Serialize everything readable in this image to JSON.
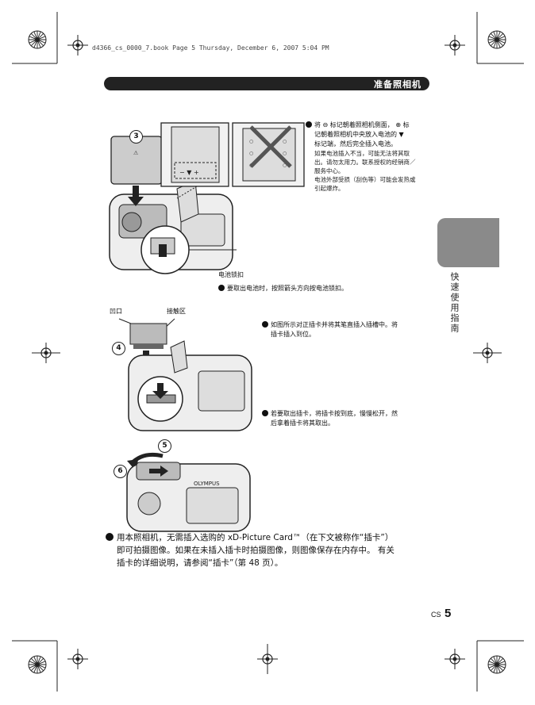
{
  "header": {
    "file_line": "d4366_cs_0000_7.book  Page 5  Thursday, December 6, 2007  5:04 PM"
  },
  "banner": {
    "title": "准备照相机"
  },
  "side_tab": {
    "label": "快速使用指南"
  },
  "step_numbers": {
    "s3": "3",
    "s4": "4",
    "s5": "5",
    "s6": "6"
  },
  "section1": {
    "line1": "将 ⊖ 标记朝着照相机侧面， ⊕ 标",
    "line2": "记朝着照相机中央放入电池的 ▼",
    "line3": "标记端，然后完全插入电池。",
    "warn1": "如果电池插入不当，可能无法将其取",
    "warn2": "出。请勿太用力。联系授权的经销商／",
    "warn3": "服务中心。",
    "warn4": "电池外部受损（刮伤等）可能会发热或",
    "warn5": "引起爆炸。",
    "lock_label": "电池锁扣",
    "lock_note": "要取出电池时，按照箭头方向按电池锁扣。"
  },
  "section2": {
    "notch_label": "凹口",
    "contact_label": "接触区",
    "insert1": "如图所示对正插卡并将其笔直插入插槽中。将",
    "insert2": "插卡插入到位。",
    "remove1": "若要取出插卡，将插卡按到底，慢慢松开，然",
    "remove2": "后拿着插卡将其取出。"
  },
  "body": {
    "line1": "用本照相机，无需插入选购的 xD-Picture Card™（在下文被称作“插卡”）",
    "line2": "即可拍摄图像。如果在未插入插卡时拍摄图像，则图像保存在内存中。 有关",
    "line3": "插卡的详细说明，请参阅“插卡”（第 48 页）。"
  },
  "footer": {
    "lang": "CS",
    "page": "5"
  }
}
